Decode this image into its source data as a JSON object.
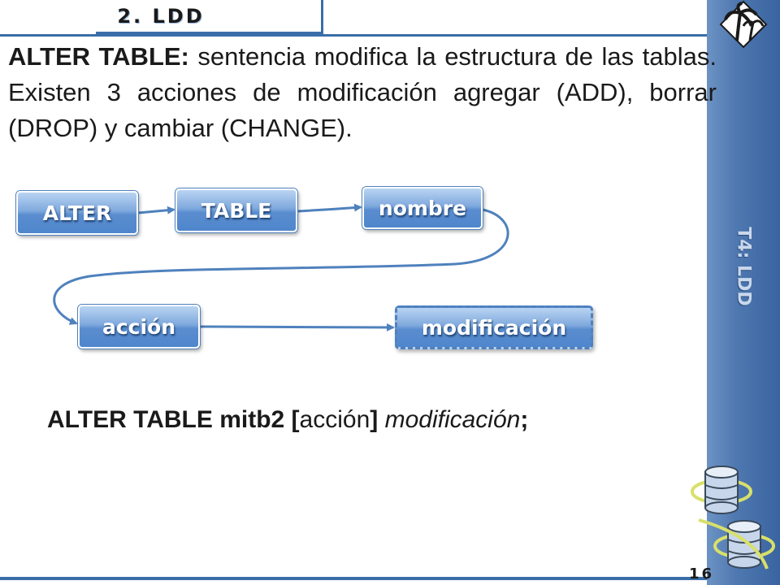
{
  "header": {
    "section_title": "2. LDD"
  },
  "side": {
    "label": "T4: LDD"
  },
  "footer": {
    "page_number": "16"
  },
  "intro": {
    "lead": "ALTER TABLE:",
    "body": " sentencia modifica la estructura de las tablas. Existen 3 acciones de modificación agregar (ADD), borrar (DROP) y cambiar (CHANGE)."
  },
  "diagram": {
    "nodes": {
      "alter": "ALTER",
      "table": "TABLE",
      "nombre": "nombre",
      "accion": "acción",
      "modificacion": "modificación"
    }
  },
  "syntax": {
    "part1": "ALTER TABLE mitb2 [",
    "part2": "acción",
    "part3": "] ",
    "part4": "modificación",
    "part5": ";"
  },
  "colors": {
    "accent": "#3a6ea8",
    "node_fill": "#5a8dcf",
    "side_panel": "#4f78b0"
  }
}
